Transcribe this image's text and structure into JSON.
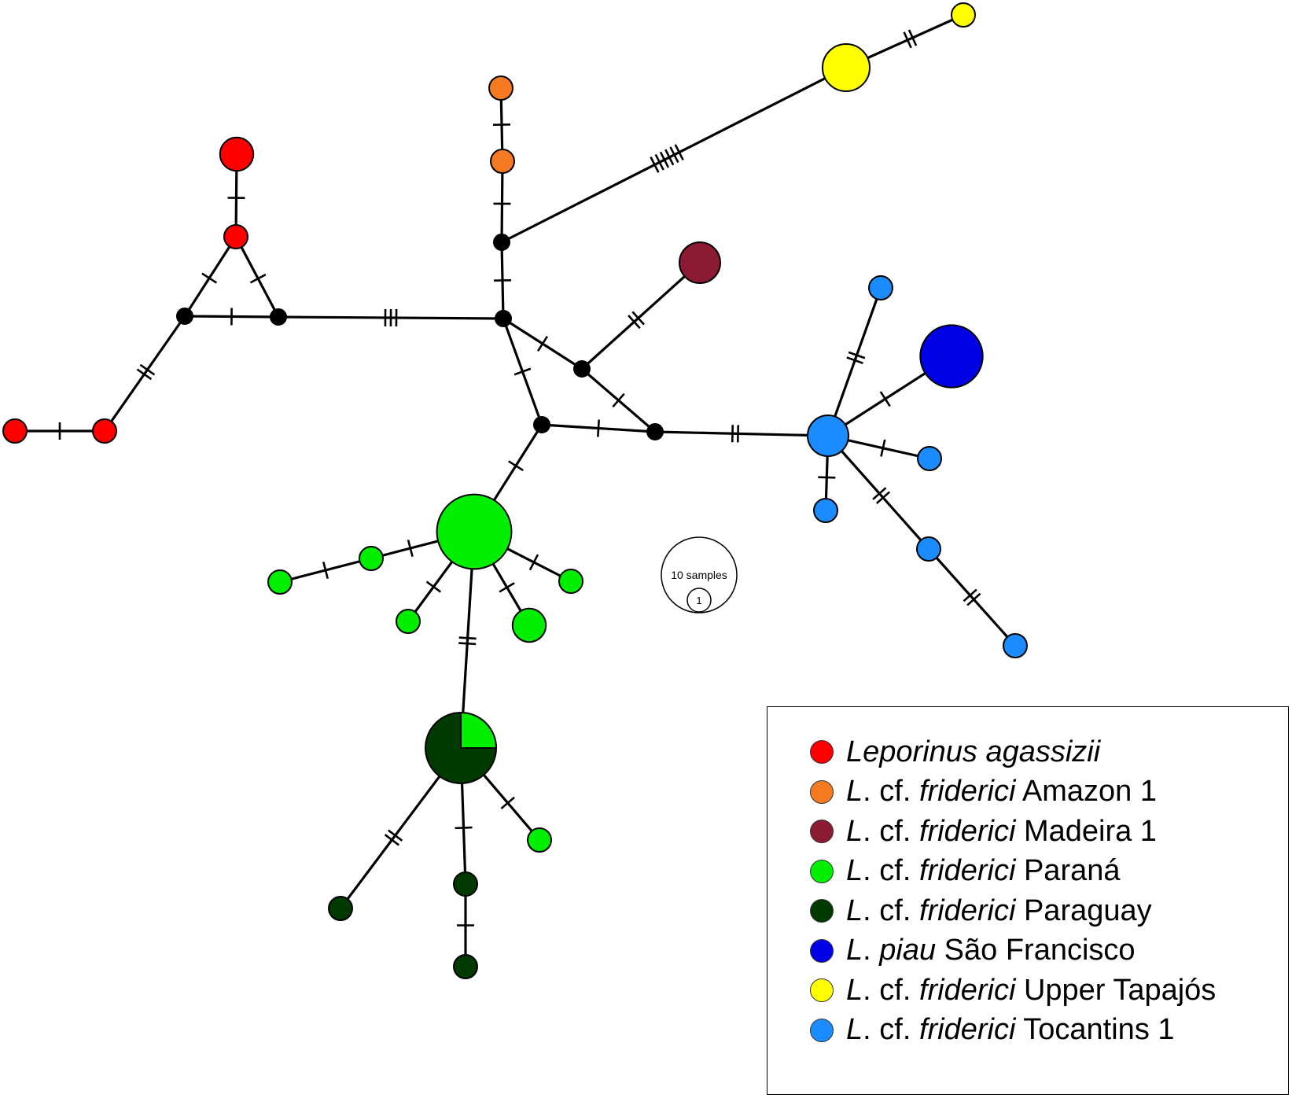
{
  "colors": {
    "agassizii": "#ff0000",
    "amazon1": "#f57a21",
    "madeira1": "#8c1a33",
    "parana": "#00ee00",
    "paraguay": "#003a00",
    "piau": "#0000e6",
    "tapajos": "#ffff00",
    "tocantins1": "#1a8cff",
    "median": "#000000"
  },
  "scale": {
    "large_label": "10 samples",
    "small_label": "1"
  },
  "legend": [
    {
      "color_key": "agassizii",
      "parts": [
        {
          "text": "Leporinus agassizii",
          "italic": true
        }
      ]
    },
    {
      "color_key": "amazon1",
      "parts": [
        {
          "text": "L",
          "italic": true
        },
        {
          "text": ". cf. ",
          "italic": false
        },
        {
          "text": "friderici",
          "italic": true
        },
        {
          "text": " Amazon 1",
          "italic": false
        }
      ]
    },
    {
      "color_key": "madeira1",
      "parts": [
        {
          "text": "L",
          "italic": true
        },
        {
          "text": ". cf. ",
          "italic": false
        },
        {
          "text": "friderici",
          "italic": true
        },
        {
          "text": " Madeira 1",
          "italic": false
        }
      ]
    },
    {
      "color_key": "parana",
      "parts": [
        {
          "text": "L",
          "italic": true
        },
        {
          "text": ". cf. ",
          "italic": false
        },
        {
          "text": "friderici",
          "italic": true
        },
        {
          "text": " Paraná",
          "italic": false
        }
      ]
    },
    {
      "color_key": "paraguay",
      "parts": [
        {
          "text": "L",
          "italic": true
        },
        {
          "text": ". cf. ",
          "italic": false
        },
        {
          "text": "friderici",
          "italic": true
        },
        {
          "text": " Paraguay",
          "italic": false
        }
      ]
    },
    {
      "color_key": "piau",
      "parts": [
        {
          "text": "L",
          "italic": true
        },
        {
          "text": ". ",
          "italic": false
        },
        {
          "text": "piau",
          "italic": true
        },
        {
          "text": " São Francisco",
          "italic": false
        }
      ]
    },
    {
      "color_key": "tapajos",
      "parts": [
        {
          "text": "L",
          "italic": true
        },
        {
          "text": ". cf. ",
          "italic": false
        },
        {
          "text": "friderici",
          "italic": true
        },
        {
          "text": " Upper Tapajós",
          "italic": false
        }
      ]
    },
    {
      "color_key": "tocantins1",
      "parts": [
        {
          "text": "L",
          "italic": true
        },
        {
          "text": ". cf. ",
          "italic": false
        },
        {
          "text": "friderici",
          "italic": true
        },
        {
          "text": " Tocantins 1",
          "italic": false
        }
      ]
    }
  ],
  "network": {
    "nodes": [
      {
        "id": "r1",
        "group": "agassizii",
        "samples": 2
      },
      {
        "id": "r2",
        "group": "agassizii",
        "samples": 1
      },
      {
        "id": "r3",
        "group": "agassizii",
        "samples": 1
      },
      {
        "id": "r4",
        "group": "agassizii",
        "samples": 1
      },
      {
        "id": "o1",
        "group": "amazon1",
        "samples": 1
      },
      {
        "id": "o2",
        "group": "amazon1",
        "samples": 1
      },
      {
        "id": "y1",
        "group": "tapajos",
        "samples": 4
      },
      {
        "id": "y2",
        "group": "tapajos",
        "samples": 1
      },
      {
        "id": "mad",
        "group": "madeira1",
        "samples": 3
      },
      {
        "id": "pz",
        "group": "piau",
        "samples": 7
      },
      {
        "id": "tc",
        "group": "tocantins1",
        "samples": 3
      },
      {
        "id": "t1",
        "group": "tocantins1",
        "samples": 1
      },
      {
        "id": "t2",
        "group": "tocantins1",
        "samples": 1
      },
      {
        "id": "t3",
        "group": "tocantins1",
        "samples": 1
      },
      {
        "id": "t4",
        "group": "tocantins1",
        "samples": 1
      },
      {
        "id": "t5",
        "group": "tocantins1",
        "samples": 1
      },
      {
        "id": "gc",
        "group": "parana",
        "samples": 10
      },
      {
        "id": "g1",
        "group": "parana",
        "samples": 1
      },
      {
        "id": "g2",
        "group": "parana",
        "samples": 1
      },
      {
        "id": "g3",
        "group": "parana",
        "samples": 1
      },
      {
        "id": "g4",
        "group": "parana",
        "samples": 2
      },
      {
        "id": "g5",
        "group": "parana",
        "samples": 1
      },
      {
        "id": "g6",
        "group": "parana",
        "samples": 1
      },
      {
        "id": "pc",
        "group": "paraguay",
        "samples": 9,
        "pie": [
          {
            "group": "paraguay",
            "share": 0.75
          },
          {
            "group": "parana",
            "share": 0.25
          }
        ]
      },
      {
        "id": "d1",
        "group": "paraguay",
        "samples": 1
      },
      {
        "id": "d2",
        "group": "paraguay",
        "samples": 1
      },
      {
        "id": "d3",
        "group": "paraguay",
        "samples": 1
      },
      {
        "id": "m1",
        "group": "median"
      },
      {
        "id": "m2",
        "group": "median"
      },
      {
        "id": "m3",
        "group": "median"
      },
      {
        "id": "m4",
        "group": "median"
      },
      {
        "id": "m5",
        "group": "median"
      },
      {
        "id": "m6",
        "group": "median"
      },
      {
        "id": "m7",
        "group": "median"
      }
    ],
    "edges": [
      {
        "from": "r1",
        "to": "r2",
        "mutations": 1
      },
      {
        "from": "r2",
        "to": "m1",
        "mutations": 1
      },
      {
        "from": "r2",
        "to": "m2",
        "mutations": 1
      },
      {
        "from": "m1",
        "to": "m2",
        "mutations": 1
      },
      {
        "from": "m1",
        "to": "r3",
        "mutations": 2
      },
      {
        "from": "r3",
        "to": "r4",
        "mutations": 1
      },
      {
        "from": "m2",
        "to": "m4",
        "mutations": 3
      },
      {
        "from": "o1",
        "to": "o2",
        "mutations": 1
      },
      {
        "from": "o2",
        "to": "m3",
        "mutations": 1
      },
      {
        "from": "m3",
        "to": "m4",
        "mutations": 1
      },
      {
        "from": "m3",
        "to": "y1",
        "mutations": 6
      },
      {
        "from": "y1",
        "to": "y2",
        "mutations": 2
      },
      {
        "from": "m4",
        "to": "m5",
        "mutations": 1
      },
      {
        "from": "m4",
        "to": "m6",
        "mutations": 1
      },
      {
        "from": "m5",
        "to": "mad",
        "mutations": 2
      },
      {
        "from": "m5",
        "to": "m7",
        "mutations": 1
      },
      {
        "from": "m6",
        "to": "m7",
        "mutations": 1
      },
      {
        "from": "m7",
        "to": "tc",
        "mutations": 2
      },
      {
        "from": "tc",
        "to": "pz",
        "mutations": 1
      },
      {
        "from": "tc",
        "to": "t1",
        "mutations": 2
      },
      {
        "from": "tc",
        "to": "t2",
        "mutations": 1
      },
      {
        "from": "tc",
        "to": "t3",
        "mutations": 1
      },
      {
        "from": "tc",
        "to": "t4",
        "mutations": 2
      },
      {
        "from": "t4",
        "to": "t5",
        "mutations": 2
      },
      {
        "from": "m6",
        "to": "gc",
        "mutations": 1
      },
      {
        "from": "gc",
        "to": "g1",
        "mutations": 1
      },
      {
        "from": "g1",
        "to": "g2",
        "mutations": 1
      },
      {
        "from": "gc",
        "to": "g3",
        "mutations": 1
      },
      {
        "from": "gc",
        "to": "g4",
        "mutations": 1
      },
      {
        "from": "gc",
        "to": "g5",
        "mutations": 1
      },
      {
        "from": "gc",
        "to": "pc",
        "mutations": 2
      },
      {
        "from": "pc",
        "to": "d1",
        "mutations": 2
      },
      {
        "from": "pc",
        "to": "d2",
        "mutations": 1
      },
      {
        "from": "d2",
        "to": "d3",
        "mutations": 1
      },
      {
        "from": "pc",
        "to": "g6",
        "mutations": 1
      }
    ]
  }
}
